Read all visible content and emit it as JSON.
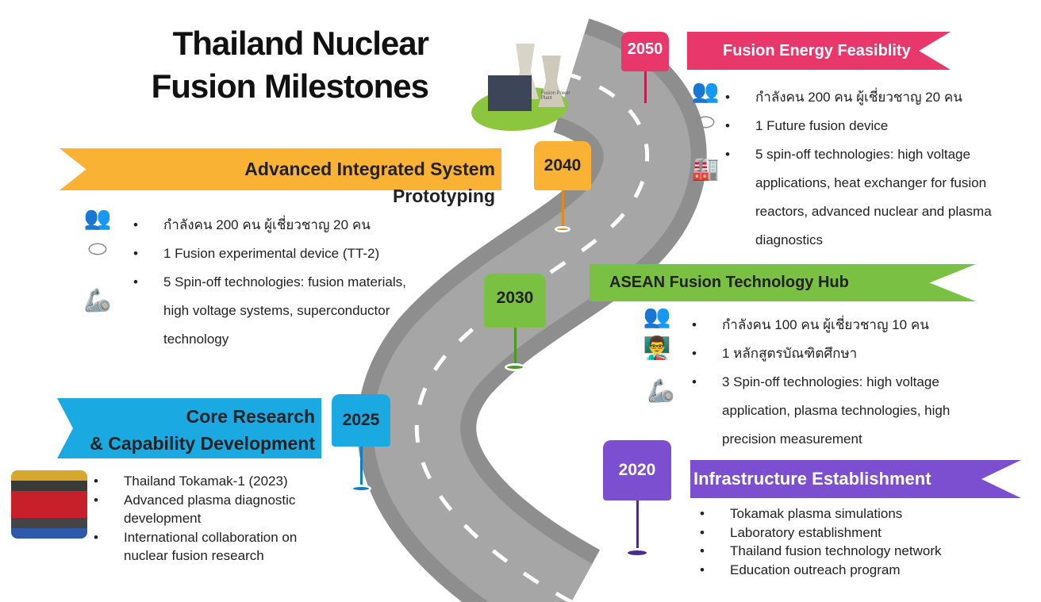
{
  "title": [
    "Thailand Nuclear",
    "Fusion Milestones"
  ],
  "plant_label": "Fusion Power Plant",
  "milestones": {
    "m2050": {
      "year": "2050",
      "heading": "Fusion Energy Feasiblity",
      "color": "#e8386b",
      "items": [
        "กำลังคน 200 คน ผู้เชี่ยวชาญ 20 คน",
        "1 Future fusion device",
        "5 spin-off technologies:  high voltage applications, heat exchanger for fusion reactors, advanced nuclear and plasma diagnostics"
      ]
    },
    "m2040": {
      "year": "2040",
      "heading": "Advanced Integrated System",
      "heading2": "Prototyping",
      "color": "#f9b233",
      "items": [
        "กำลังคน 200 คน ผู้เชี่ยวชาญ 20 คน",
        "1 Fusion experimental device (TT-2)",
        "5 Spin-off technologies: fusion materials, high voltage systems, superconductor technology"
      ]
    },
    "m2030": {
      "year": "2030",
      "heading": "ASEAN Fusion Technology Hub",
      "color": "#7ac143",
      "items": [
        "กำลังคน 100 คน ผู้เชี่ยวชาญ 10 คน",
        "1 หลักสูตรบัณฑิตศึกษา",
        "3 Spin-off technologies: high voltage application, plasma technologies, high precision measurement"
      ]
    },
    "m2025": {
      "year": "2025",
      "heading": "Core Research",
      "heading2": "& Capability Development",
      "color": "#1ba9e1",
      "items": [
        "Thailand Tokamak-1 (2023)",
        "Advanced plasma diagnostic development",
        "International collaboration on nuclear fusion research"
      ]
    },
    "m2020": {
      "year": "2020",
      "heading": "Infrastructure Establishment",
      "color": "#7b4fcf",
      "items": [
        "Tokamak plasma simulations",
        "Laboratory establishment",
        "Thailand fusion technology network",
        "Education outreach program"
      ]
    }
  }
}
